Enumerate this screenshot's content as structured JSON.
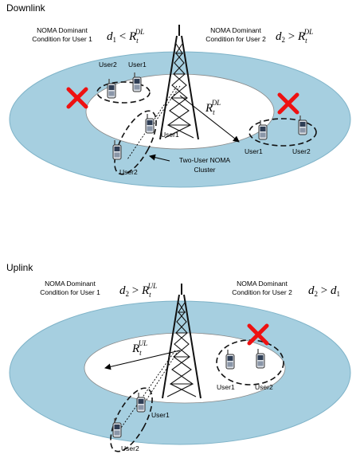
{
  "downlink": {
    "title": "Downlink",
    "cond1_line1": "NOMA Dominant",
    "cond1_line2": "Condition for User 1",
    "cond1_var": "d",
    "cond1_sub": "1",
    "cond1_op": " < ",
    "cond1_rhs": "R",
    "cond1_rhs_sub": "t",
    "cond1_rhs_sup": "DL",
    "cond2_line1": "NOMA Dominant",
    "cond2_line2": "Condition for User 2",
    "cond2_var": "d",
    "cond2_sub": "2",
    "cond2_op": " > ",
    "cond2_rhs": "R",
    "cond2_rhs_sub": "t",
    "cond2_rhs_sup": "DL",
    "radius_label": "R",
    "radius_sub": "t",
    "radius_sup": "DL",
    "user1": "User1",
    "user2": "User2",
    "cluster_line1": "Two-User NOMA",
    "cluster_line2": "Cluster"
  },
  "uplink": {
    "title": "Uplink",
    "cond1_line1": "NOMA Dominant",
    "cond1_line2": "Condition for User 1",
    "cond1_var": "d",
    "cond1_sub": "2",
    "cond1_op": " > ",
    "cond1_rhs": "R",
    "cond1_rhs_sub": "t",
    "cond1_rhs_sup": "UL",
    "cond2_line1": "NOMA Dominant",
    "cond2_line2": "Condition for User 2",
    "cond2_var": "d",
    "cond2_sub": "2",
    "cond2_op": " > ",
    "cond2_rhs": "d",
    "cond2_rhs_sub": "1",
    "radius_label": "R",
    "radius_sub": "t",
    "radius_sup": "UL",
    "user1": "User1",
    "user2": "User2"
  },
  "colors": {
    "outer_ring": "#a6cfe0",
    "inner_disk": "#ffffff",
    "cross": "#ee1111",
    "tower": "#111111"
  }
}
